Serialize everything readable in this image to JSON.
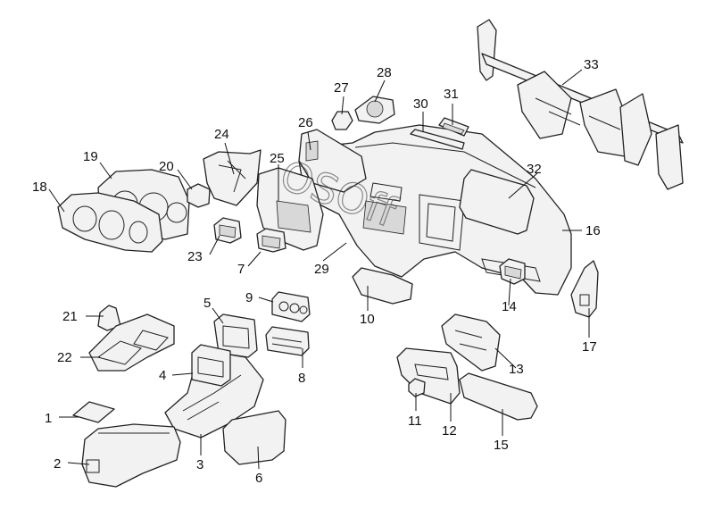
{
  "diagram": {
    "callouts": [
      {
        "id": "1",
        "label": "1"
      },
      {
        "id": "2",
        "label": "2"
      },
      {
        "id": "3",
        "label": "3"
      },
      {
        "id": "4",
        "label": "4"
      },
      {
        "id": "5",
        "label": "5"
      },
      {
        "id": "6",
        "label": "6"
      },
      {
        "id": "7",
        "label": "7"
      },
      {
        "id": "8",
        "label": "8"
      },
      {
        "id": "9",
        "label": "9"
      },
      {
        "id": "10",
        "label": "10"
      },
      {
        "id": "11",
        "label": "11"
      },
      {
        "id": "12",
        "label": "12"
      },
      {
        "id": "13",
        "label": "13"
      },
      {
        "id": "14",
        "label": "14"
      },
      {
        "id": "15",
        "label": "15"
      },
      {
        "id": "16",
        "label": "16"
      },
      {
        "id": "17",
        "label": "17"
      },
      {
        "id": "18",
        "label": "18"
      },
      {
        "id": "19",
        "label": "19"
      },
      {
        "id": "20",
        "label": "20"
      },
      {
        "id": "21",
        "label": "21"
      },
      {
        "id": "22",
        "label": "22"
      },
      {
        "id": "23",
        "label": "23"
      },
      {
        "id": "24",
        "label": "24"
      },
      {
        "id": "25",
        "label": "25"
      },
      {
        "id": "26",
        "label": "26"
      },
      {
        "id": "27",
        "label": "27"
      },
      {
        "id": "28",
        "label": "28"
      },
      {
        "id": "29",
        "label": "29"
      },
      {
        "id": "30",
        "label": "30"
      },
      {
        "id": "31",
        "label": "31"
      },
      {
        "id": "32",
        "label": "32"
      },
      {
        "id": "33",
        "label": "33"
      }
    ],
    "watermark": "OSOff"
  }
}
